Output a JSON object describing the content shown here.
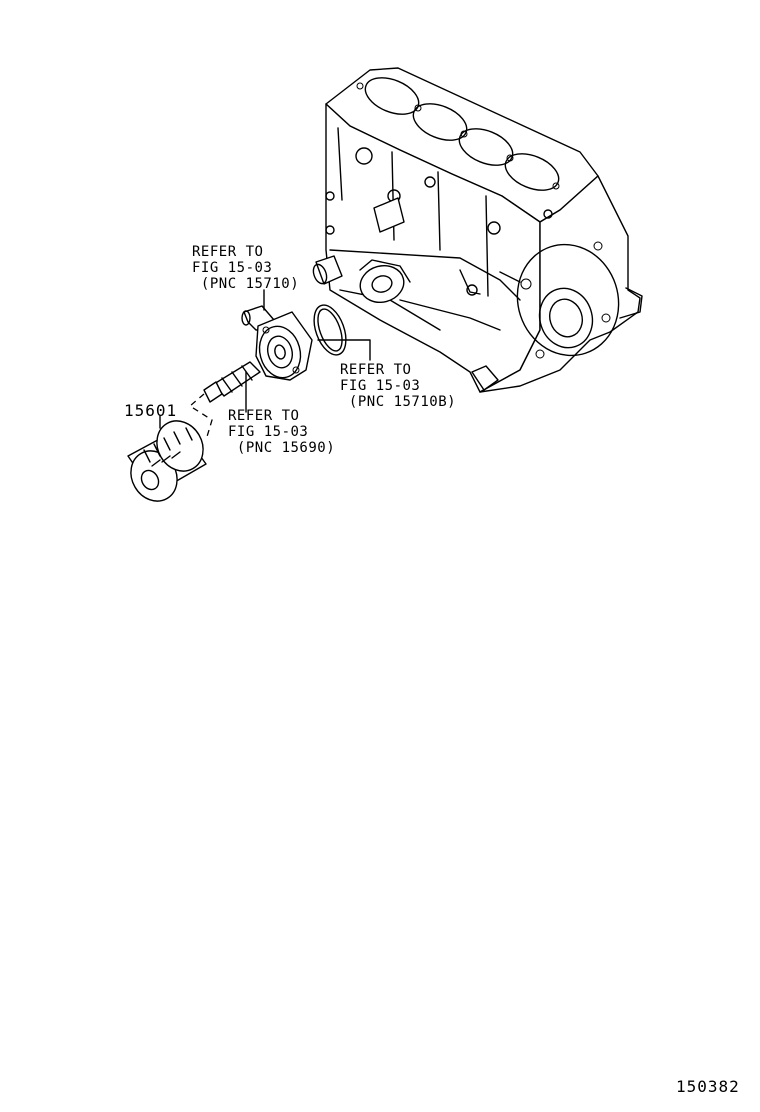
{
  "callouts": {
    "oil_cooler_pipe": [
      "REFER TO",
      "FIG 15-03",
      " (PNC 15710)"
    ],
    "oil_cooler_gasket": [
      "REFER TO",
      "FIG 15-03",
      " (PNC 15710B)"
    ],
    "union_bolt": [
      "REFER TO",
      "FIG 15-03",
      " (PNC 15690)"
    ]
  },
  "part_numbers": {
    "oil_filter": "15601"
  },
  "illustration_id": "150382"
}
